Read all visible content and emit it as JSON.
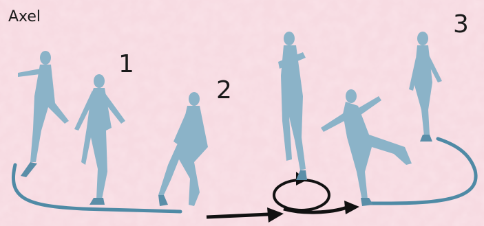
{
  "title": "Axel",
  "step_labels": [
    "1",
    "2",
    "3"
  ],
  "colors": {
    "background": "#f2c9d2",
    "skater": "#8bb3c8",
    "skater_dark": "#5a8ea8",
    "trace": "#4f8aa5",
    "arrow": "#111111",
    "text": "#1a1a1a"
  }
}
